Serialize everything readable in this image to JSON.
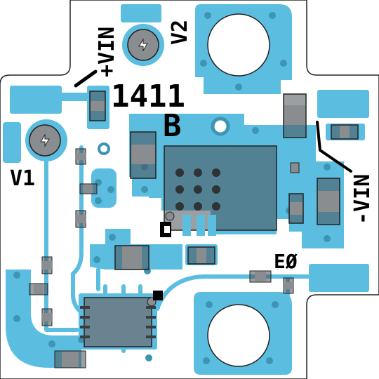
{
  "board": {
    "labels": {
      "vin_pos": "+VIN",
      "vin_neg": "-VIN",
      "v1": "V1",
      "v2": "V2",
      "part_number": "1411",
      "revision": "B",
      "e0": "EØ"
    }
  },
  "colors": {
    "copper": "#5bbde0",
    "copper_dark": "#3e94b3",
    "body": "#8a8d90",
    "component_dark": "#6e7275",
    "pad_dark": "#3a3d40",
    "background": "#ffffff",
    "outline": "#1a1a1a"
  }
}
